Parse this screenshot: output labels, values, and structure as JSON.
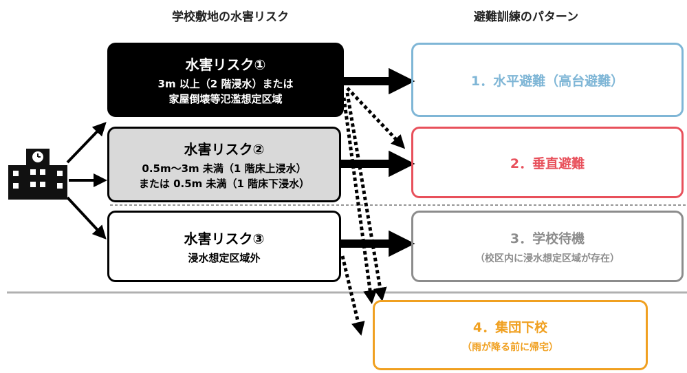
{
  "headers": {
    "left": "学校敷地の水害リスク",
    "right": "避難訓練のパターン"
  },
  "risks": [
    {
      "title": "水害リスク①",
      "lines": [
        "3m 以上（2 階浸水）または",
        "家屋倒壊等氾濫想定区域"
      ]
    },
    {
      "title": "水害リスク②",
      "lines": [
        "0.5m～3m 未満（1 階床上浸水）",
        "または 0.5m 未満（1 階床下浸水）"
      ]
    },
    {
      "title": "水害リスク③",
      "lines": [
        "浸水想定区域外"
      ]
    }
  ],
  "patterns": [
    {
      "title": "1．水平避難（高台避難）",
      "sub": "",
      "color": "#7fb6d6",
      "text_color": "#7fb6d6"
    },
    {
      "title": "2．垂直避難",
      "sub": "",
      "color": "#e8505b",
      "text_color": "#e8505b"
    },
    {
      "title": "3．学校待機",
      "sub": "（校区内に浸水想定区域が存在）",
      "color": "#8c8c8c",
      "text_color": "#8c8c8c"
    },
    {
      "title": "4．集団下校",
      "sub": "（雨が降る前に帰宅）",
      "color": "#f0a020",
      "text_color": "#f0a020"
    }
  ],
  "icons": {
    "school": "school-building-icon"
  }
}
